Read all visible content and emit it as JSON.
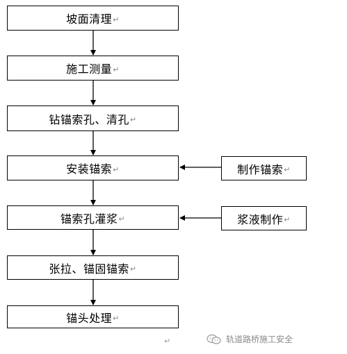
{
  "flow": {
    "steps": [
      {
        "label": "坡面清理",
        "mark": "↵"
      },
      {
        "label": "施工测量",
        "mark": "↵"
      },
      {
        "label": "钻锚索孔、清孔",
        "mark": "↵"
      },
      {
        "label": "安装锚索",
        "mark": "↵"
      },
      {
        "label": "锚索孔灌浆",
        "mark": "↵"
      },
      {
        "label": "张拉、锚固锚索",
        "mark": "↵"
      },
      {
        "label": "锚头处理",
        "mark": "↵"
      }
    ],
    "side_inputs": [
      {
        "label": "制作锚索",
        "mark": "↵"
      },
      {
        "label": "浆液制作",
        "mark": "↵"
      }
    ]
  },
  "footer": {
    "paragraph_mark": "↵",
    "watermark": "轨道路桥施工安全"
  }
}
